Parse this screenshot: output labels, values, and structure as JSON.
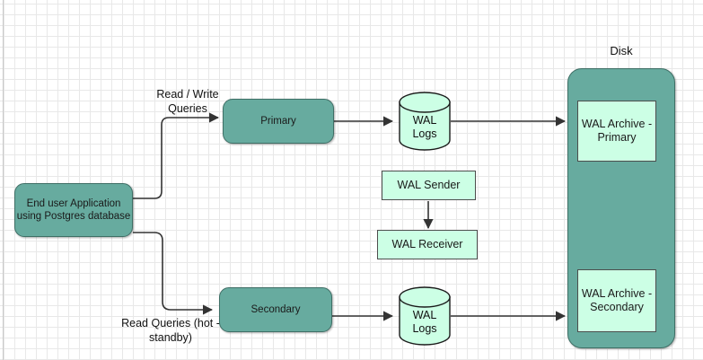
{
  "diagram": {
    "title_label": "Disk",
    "nodes": {
      "end_user_app": "End user Application\nusing Postgres database",
      "primary": "Primary",
      "secondary": "Secondary",
      "wal_logs_primary_line1": "WAL",
      "wal_logs_primary_line2": "Logs",
      "wal_logs_secondary_line1": "WAL",
      "wal_logs_secondary_line2": "Logs",
      "wal_sender": "WAL Sender",
      "wal_receiver": "WAL Receiver",
      "wal_archive_primary": "WAL Archive -\nPrimary",
      "wal_archive_secondary": "WAL Archive -\nSecondary"
    },
    "edge_labels": {
      "read_write_queries": "Read / Write\nQueries",
      "read_queries": "Read Queries (hot -\nstandby)"
    },
    "colors": {
      "teal_fill": "#67ab9f",
      "teal_stroke": "#3f6f66",
      "mint_fill": "#ccffe5",
      "mint_stroke": "#4d4d4d",
      "edge_stroke": "#333333",
      "grid_minor": "#e8e8e8",
      "grid_major": "#d4d4d4",
      "text": "#111111"
    }
  }
}
